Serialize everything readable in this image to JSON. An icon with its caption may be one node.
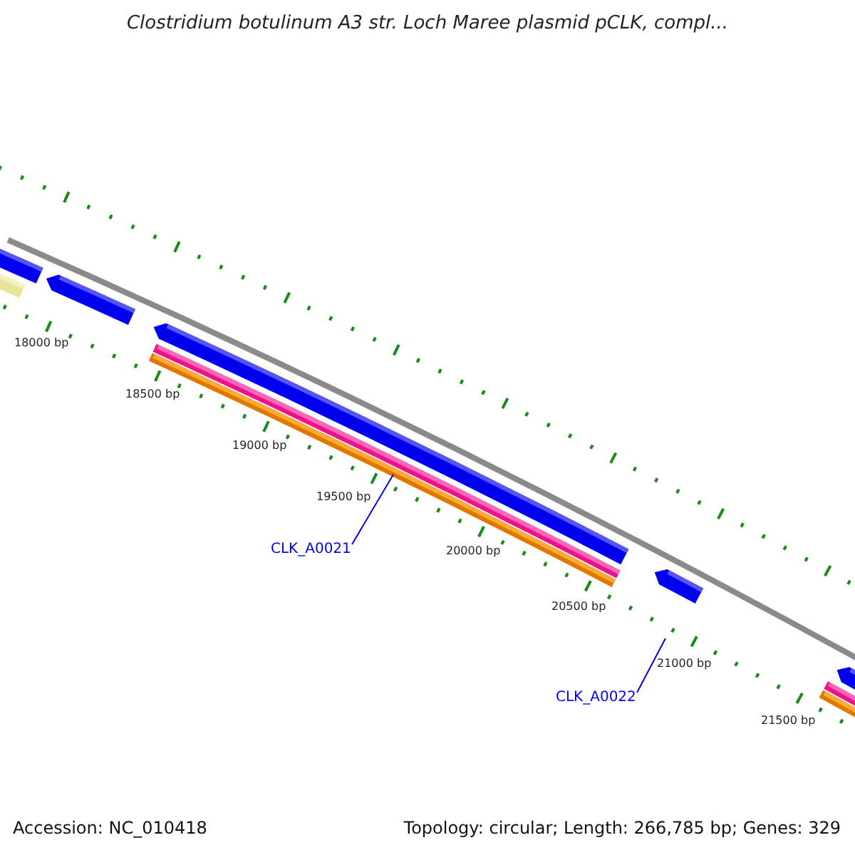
{
  "diagram": {
    "title": "Clostridium botulinum A3 str. Loch Maree plasmid pCLK, compl...",
    "nodes": [
      {
        "text": [
          "CLK_A0021"
        ]
      },
      {
        "text": [
          "CLK_A0022"
        ]
      }
    ],
    "edges": [
      {
        "from": 0,
        "to": null,
        "arrow": "none"
      },
      {
        "from": 1,
        "to": null,
        "arrow": "none"
      }
    ],
    "labels": [
      "18000 bp",
      "18500 bp",
      "19000 bp",
      "19500 bp",
      "20000 bp",
      "20500 bp",
      "21000 bp",
      "21500 bp",
      "Accession: NC_010418",
      "Topology: circular; Length: 266,785 bp; Genes: 329"
    ]
  }
}
